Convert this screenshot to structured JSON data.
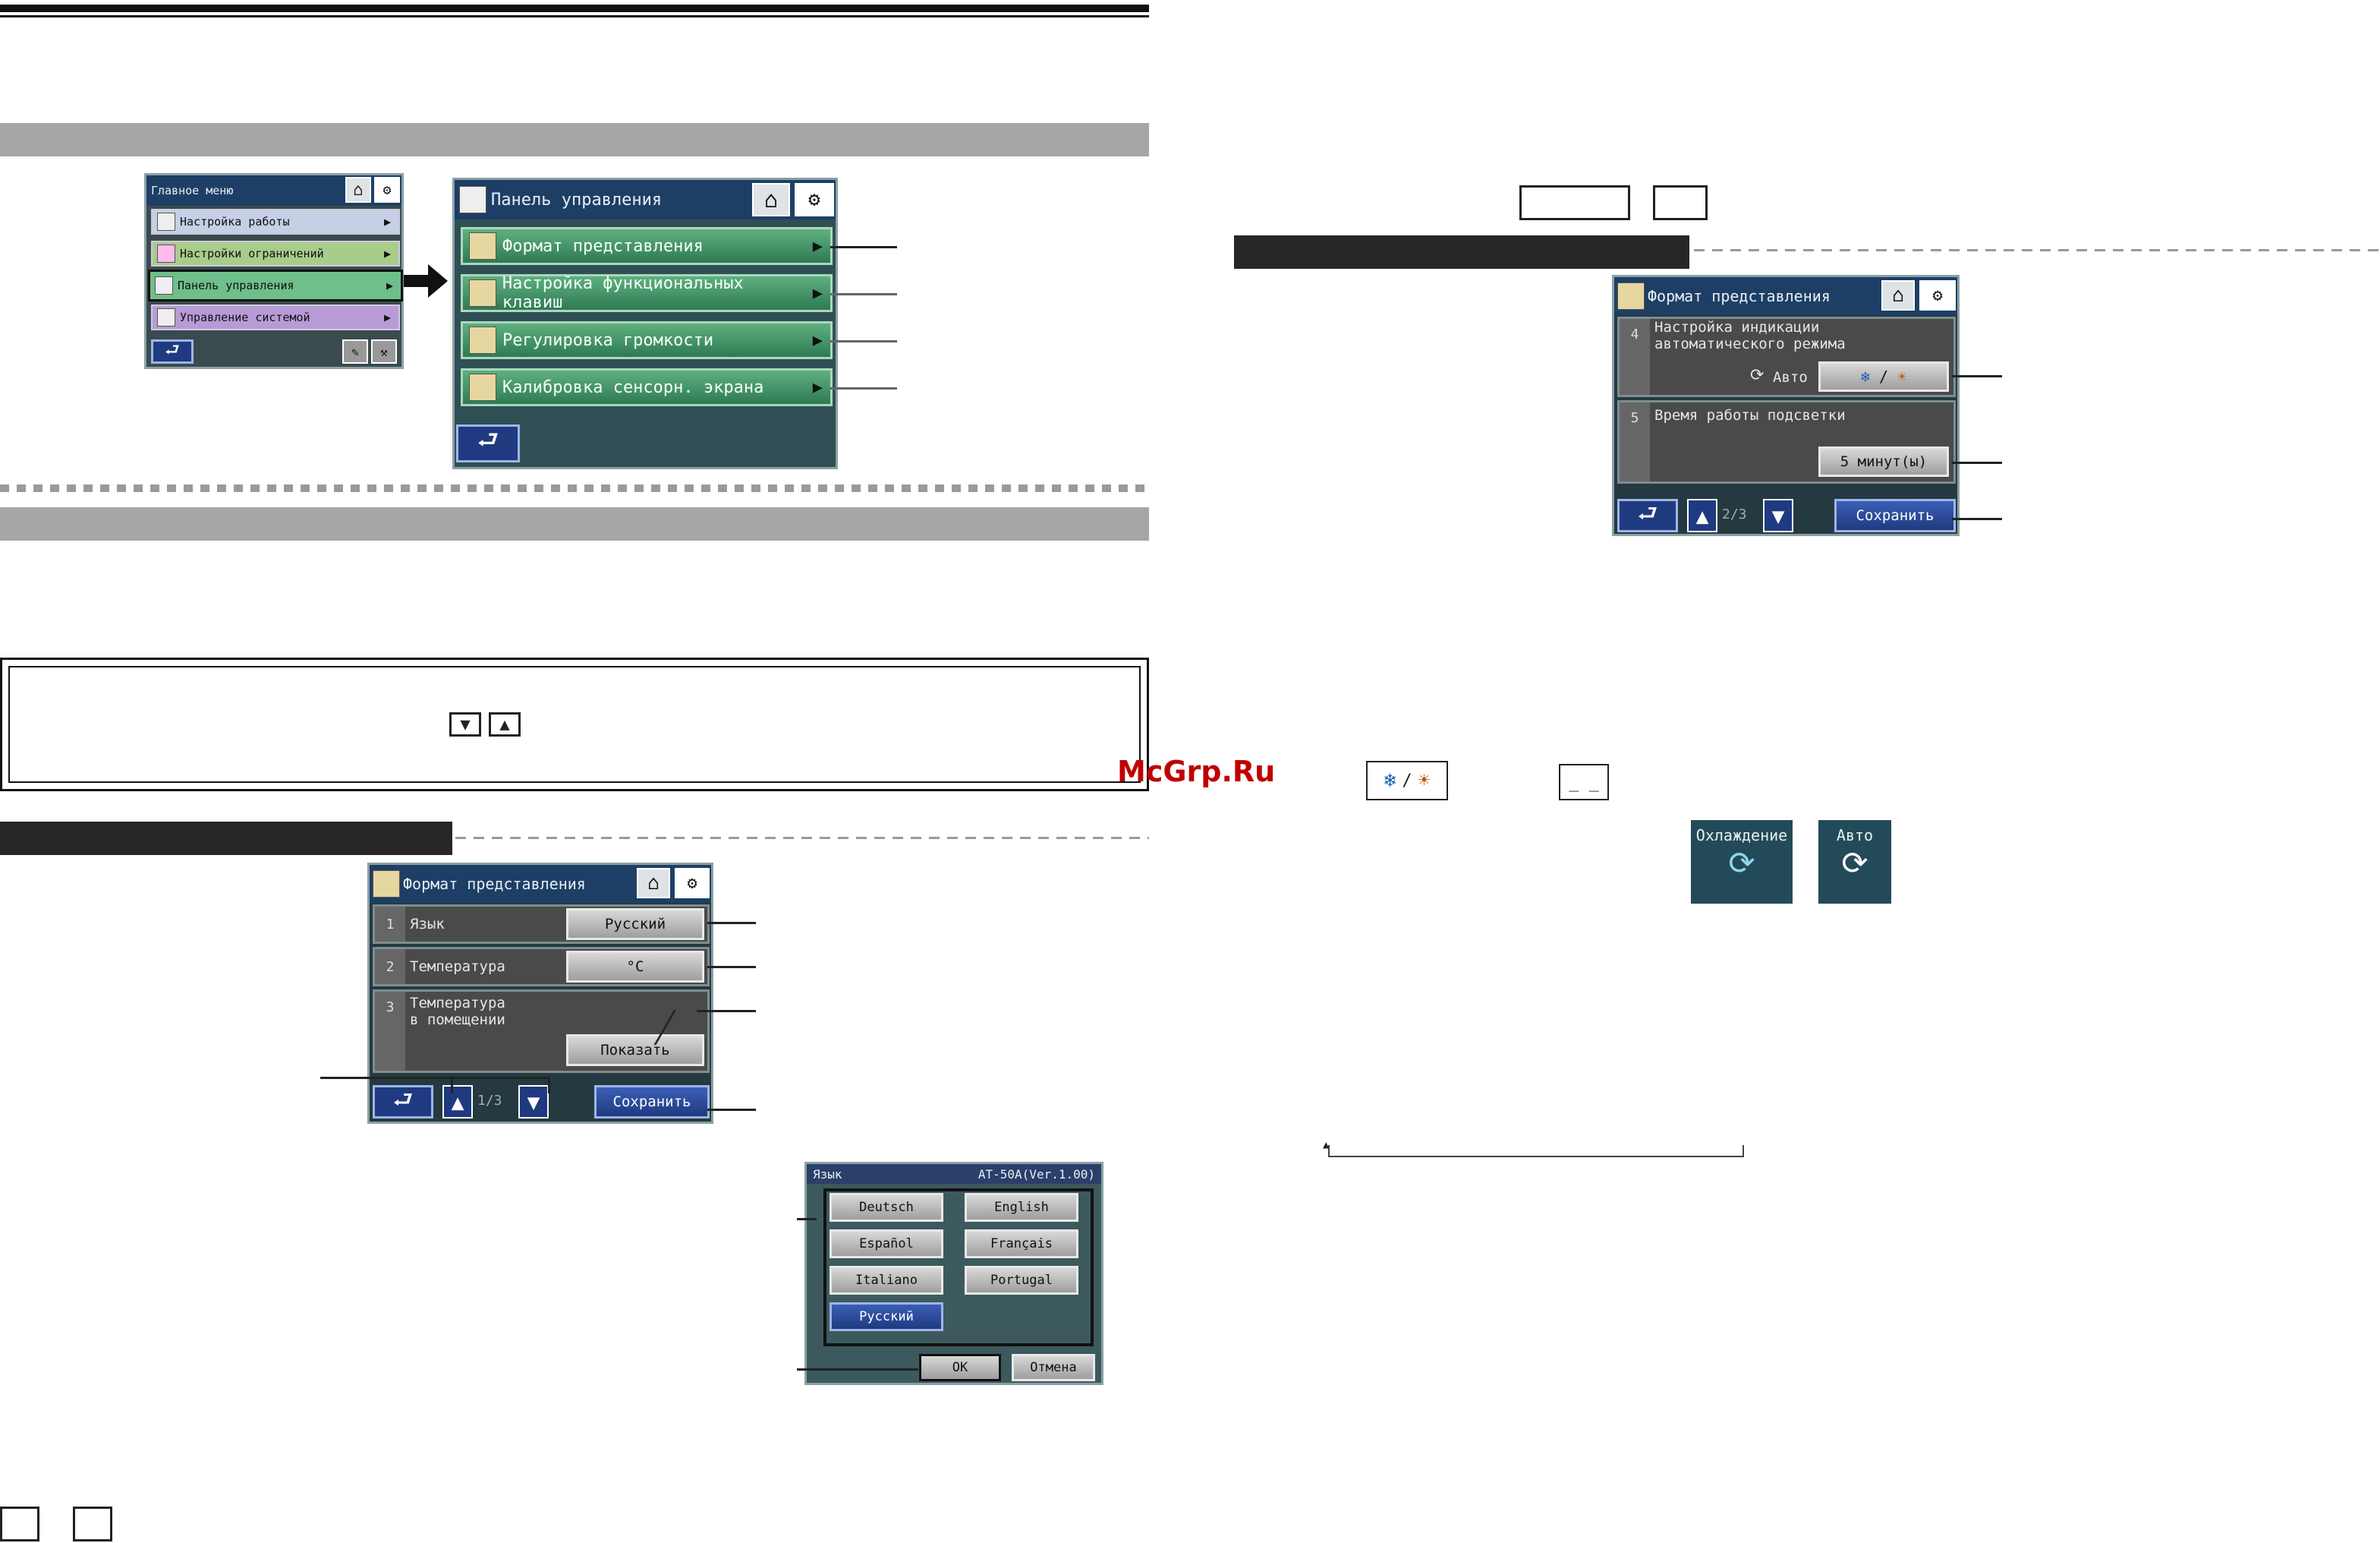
{
  "watermark": "McGrp.Ru",
  "main_menu": {
    "title": "Главное меню",
    "items": [
      {
        "label": "Настройка работы"
      },
      {
        "label": "Настройки ограничений"
      },
      {
        "label": "Панель управления"
      },
      {
        "label": "Управление системой"
      }
    ]
  },
  "control_panel": {
    "title": "Панель управления",
    "items": [
      {
        "label": "Формат представления"
      },
      {
        "label": "Настройка функциональных клавиш"
      },
      {
        "label": "Регулировка громкости"
      },
      {
        "label": "Калибровка сенсорн. экрана"
      }
    ]
  },
  "display_format_1": {
    "title": "Формат представления",
    "rows": [
      {
        "num": "1",
        "label": "Язык",
        "value": "Русский"
      },
      {
        "num": "2",
        "label": "Температура",
        "value": "°C"
      },
      {
        "num": "3",
        "label_line1": "Температура",
        "label_line2": "в помещении",
        "value": "Показать"
      }
    ],
    "page": "1/3",
    "save": "Сохранить"
  },
  "display_format_2": {
    "title": "Формат представления",
    "rows": [
      {
        "num": "4",
        "label_line1": "Настройка индикации",
        "label_line2": "автоматического режима",
        "auto_label": "Авто",
        "value_sep": "/"
      },
      {
        "num": "5",
        "label": "Время работы подсветки",
        "value": "5 минут(ы)"
      }
    ],
    "page": "2/3",
    "save": "Сохранить"
  },
  "language_dialog": {
    "title": "Язык",
    "version": "AT-50A(Ver.1.00)",
    "options": [
      "Deutsch",
      "English",
      "Español",
      "Français",
      "Italiano",
      "Portugal",
      "Русский"
    ],
    "selected": "Русский",
    "ok": "OK",
    "cancel": "Отмена"
  },
  "mode_icons": {
    "cool_label": "Охлаждение",
    "auto_label": "Авто",
    "sep": "/",
    "dash": "_ _"
  },
  "colors": {
    "screen_bg": "#2f4f55",
    "title_bar": "#1d3f66",
    "green_button": "#3f9466",
    "blue_button": "#1f3a80",
    "section_grey": "#a6a6a6",
    "section_black": "#262626",
    "watermark": "#c00000"
  }
}
